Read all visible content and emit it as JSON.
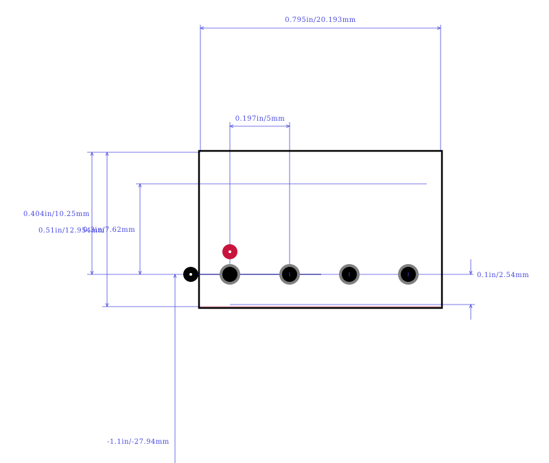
{
  "colors": {
    "dimension": "#4a4ae0",
    "outline": "#000000",
    "pad_ring": "#808080",
    "pin1_marker": "#c8143c",
    "background": "#ffffff"
  },
  "dimensions": {
    "overall_width": "0.795in/20.193mm",
    "pin_offset": "0.197in/5mm",
    "height_a": "0.404in/10.25mm",
    "height_b": "0.51in/12.954mm",
    "row_to_top": "0.3in/7.62mm",
    "pin_pitch": "0.1in/2.54mm",
    "origin_offset": "-1.1in/-27.94mm"
  },
  "footprint": {
    "pad_count": 4,
    "has_pin1_marker": true,
    "has_origin_marker": true
  }
}
